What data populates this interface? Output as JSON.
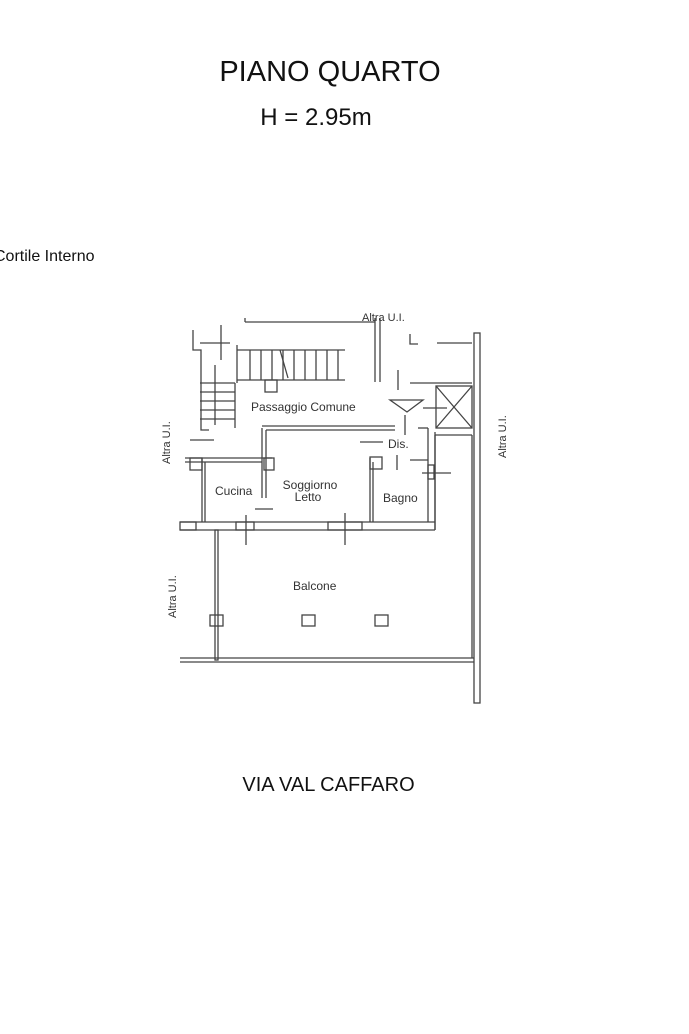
{
  "header": {
    "title": "PIANO QUARTO",
    "height": "H = 2.95m"
  },
  "labels": {
    "cortile": "Cortile Interno",
    "altra_top": "Altra U.I.",
    "altra_left": "Altra U.I.",
    "altra_right": "Altra U.I.",
    "altra_balcony": "Altra U.I.",
    "passaggio": "Passaggio Comune",
    "dis": "Dis.",
    "cucina": "Cucina",
    "soggiorno_1": "Soggiorno",
    "soggiorno_2": "Letto",
    "bagno": "Bagno",
    "balcone": "Balcone"
  },
  "footer": {
    "street": "VIA VAL CAFFARO"
  }
}
